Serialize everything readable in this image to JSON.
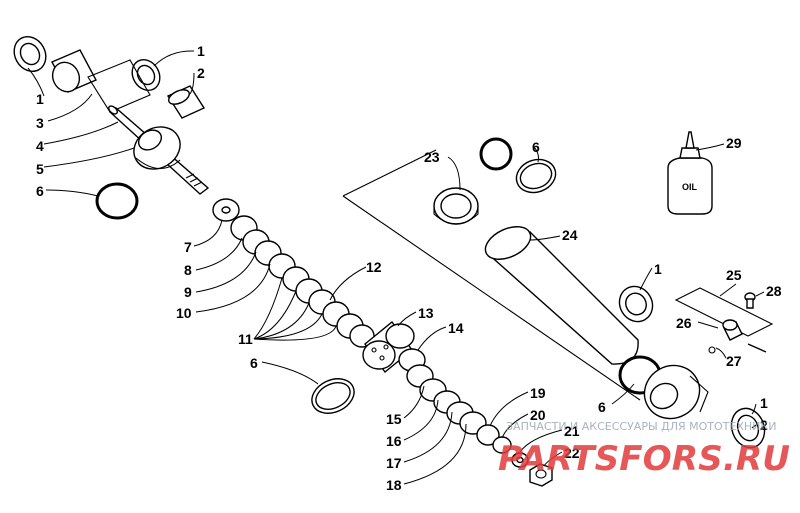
{
  "callouts": {
    "c1a": "1",
    "c1b": "1",
    "c1c": "1",
    "c1d": "1",
    "c2a": "2",
    "c2b": "2",
    "c3": "3",
    "c4": "4",
    "c5": "5",
    "c6a": "6",
    "c6b": "6",
    "c6c": "6",
    "c6d": "6",
    "c7": "7",
    "c8": "8",
    "c9": "9",
    "c10": "10",
    "c11": "11",
    "c12": "12",
    "c13": "13",
    "c14": "14",
    "c15": "15",
    "c16": "16",
    "c17": "17",
    "c18": "18",
    "c19": "19",
    "c20": "20",
    "c21": "21",
    "c22": "22",
    "c23": "23",
    "c24": "24",
    "c25": "25",
    "c26": "26",
    "c27": "27",
    "c28": "28",
    "c29": "29"
  },
  "oil_bottle_label": "OIL",
  "watermark": {
    "caption": "ЗАПЧАСТИ И АКСЕССУАРЫ ДЛЯ МОТОТЕХНИКИ",
    "logo": "PARTSFORS.RU"
  }
}
